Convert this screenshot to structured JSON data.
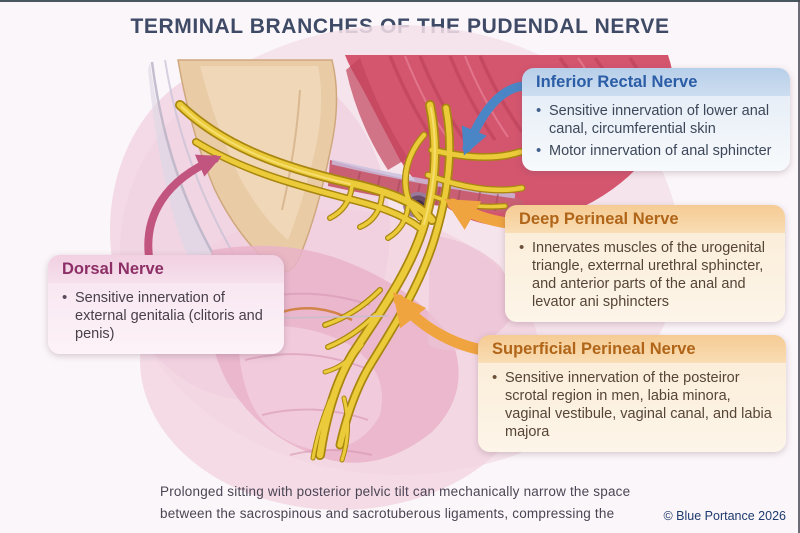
{
  "title": "TERMINAL BRANCHES OF THE PUDENDAL NERVE",
  "boxes": {
    "inferior_rectal": {
      "title": "Inferior Rectal Nerve",
      "bullets": [
        "Sensitive innervation of lower anal canal, circumferential skin",
        "Motor innervation of anal sphincter"
      ]
    },
    "deep_perineal": {
      "title": "Deep Perineal Nerve",
      "bullets": [
        "Innervates muscles of the urogenital triangle, exterrnal urethral sphincter, and anterior parts of the anal and levator ani sphincters"
      ]
    },
    "superficial_perineal": {
      "title": "Superficial Perineal Nerve",
      "bullets": [
        "Sensitive innervation of the posteiror scrotal region in men, labia minora, vaginal vestibule, vaginal canal, and labia majora"
      ]
    },
    "dorsal": {
      "title": "Dorsal Nerve",
      "bullets": [
        "Sensitive innervation of external genitalia (clitoris and penis)"
      ]
    }
  },
  "caption": {
    "line1": "Prolonged sitting with posterior pelvic tilt can mechanically narrow the space",
    "line2": "between the sacrospinous and sacrotuberous ligaments, compressing the"
  },
  "copyright": "© Blue Portance 2026",
  "colors": {
    "title_text": "#3e4a66",
    "blue_header": "#b7cfe9",
    "blue_title_text": "#2b5da6",
    "orange_header": "#f5cb93",
    "orange_title_text": "#b06518",
    "pink_header": "#f1d0e2",
    "pink_title_text": "#8d2f66",
    "arrow_blue": "#4a86c6",
    "arrow_orange": "#f0a43f",
    "arrow_pink": "#c2557f",
    "nerve_yellow": "#e9c52f"
  }
}
